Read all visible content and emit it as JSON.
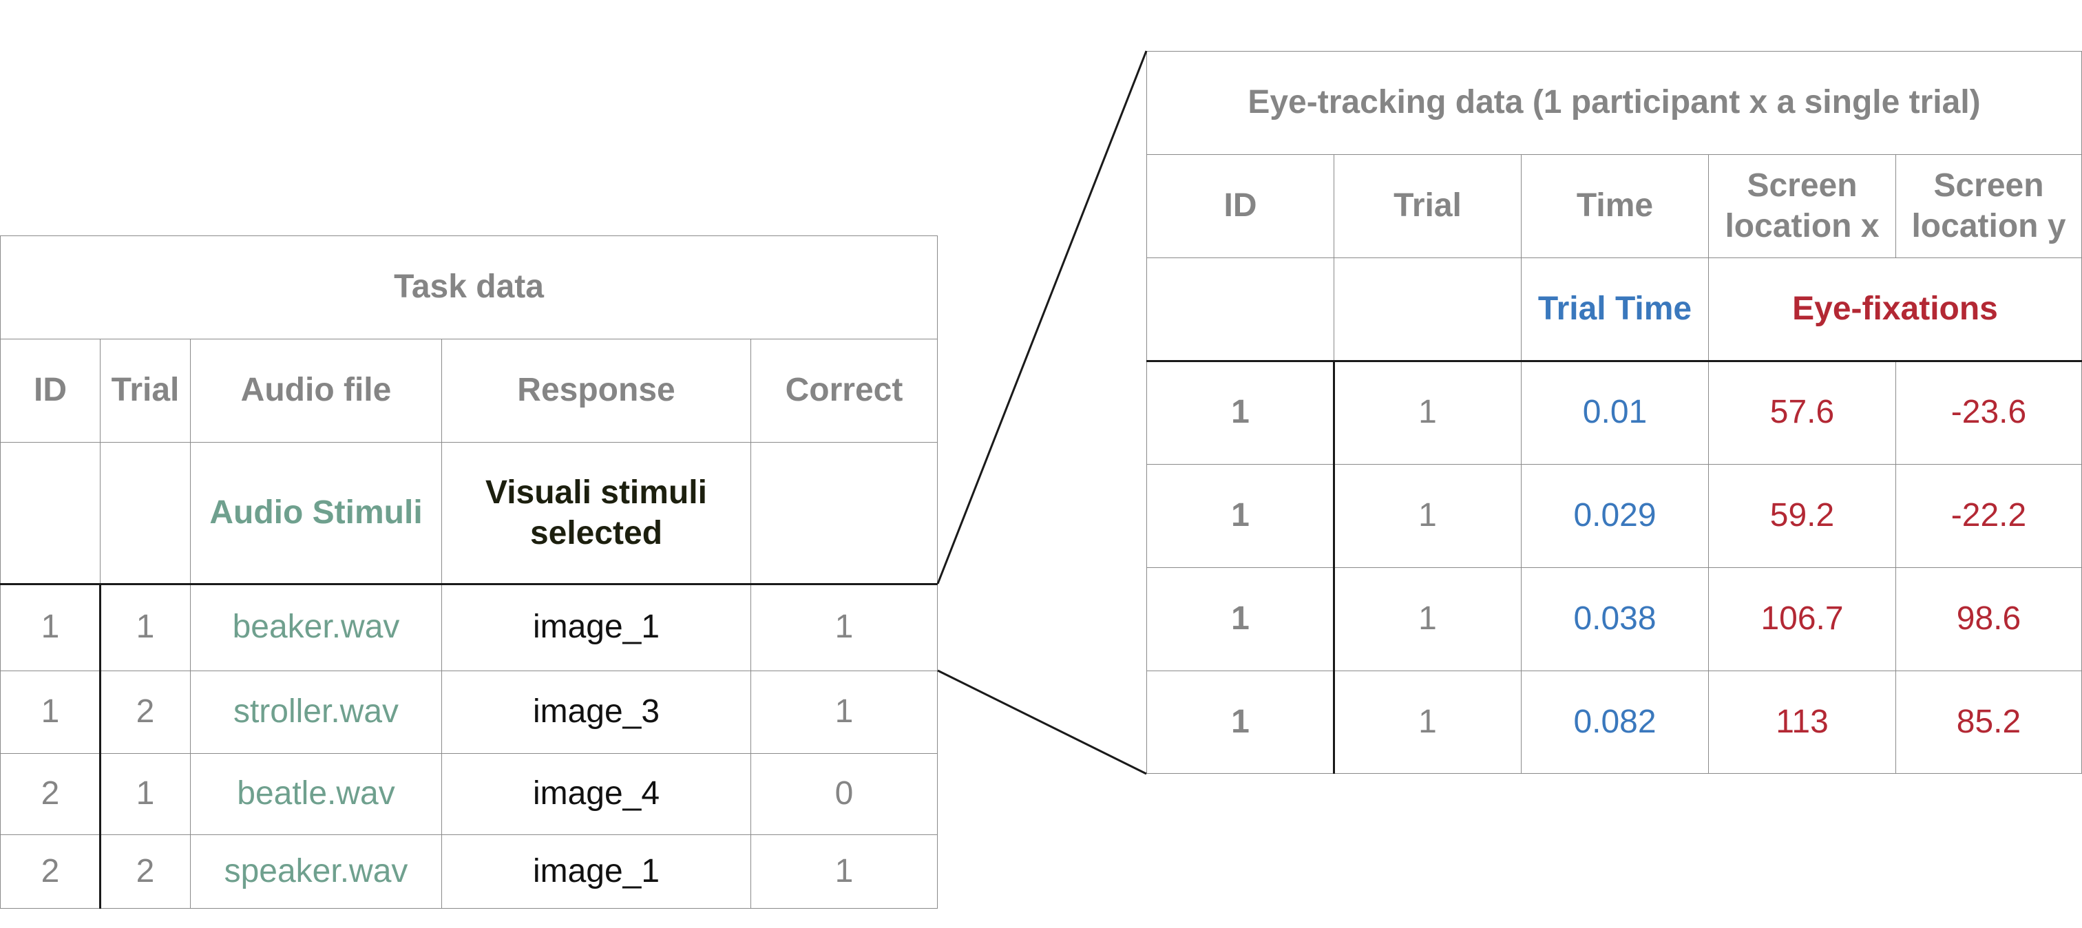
{
  "task": {
    "title": "Task data",
    "headers": [
      "ID",
      "Trial",
      "Audio file",
      "Response",
      "Correct"
    ],
    "subheaders": [
      "",
      "",
      "Audio Stimuli",
      "Visuali stimuli selected",
      ""
    ],
    "rows": [
      [
        "1",
        "1",
        "beaker.wav",
        "image_1",
        "1"
      ],
      [
        "1",
        "2",
        "stroller.wav",
        "image_3",
        "1"
      ],
      [
        "2",
        "1",
        "beatle.wav",
        "image_4",
        "0"
      ],
      [
        "2",
        "2",
        "speaker.wav",
        "image_1",
        "1"
      ]
    ]
  },
  "eye": {
    "title": "Eye-tracking data (1 participant x a single trial)",
    "headers": [
      "ID",
      "Trial",
      "Time",
      "Screen location x",
      "Screen location y"
    ],
    "subheaders": [
      "",
      "",
      "Trial Time",
      "Eye-fixations"
    ],
    "rows": [
      [
        "1",
        "1",
        "0.01",
        "57.6",
        "-23.6"
      ],
      [
        "1",
        "1",
        "0.029",
        "59.2",
        "-22.2"
      ],
      [
        "1",
        "1",
        "0.038",
        "106.7",
        "98.6"
      ],
      [
        "1",
        "1",
        "0.082",
        "113",
        "85.2"
      ]
    ]
  },
  "colors": {
    "audio_green": "#6fa08e",
    "visual_dark": "#1c1f0e",
    "time_blue": "#3a78bd",
    "fixation_red": "#b32834",
    "header_grey": "#858585"
  }
}
